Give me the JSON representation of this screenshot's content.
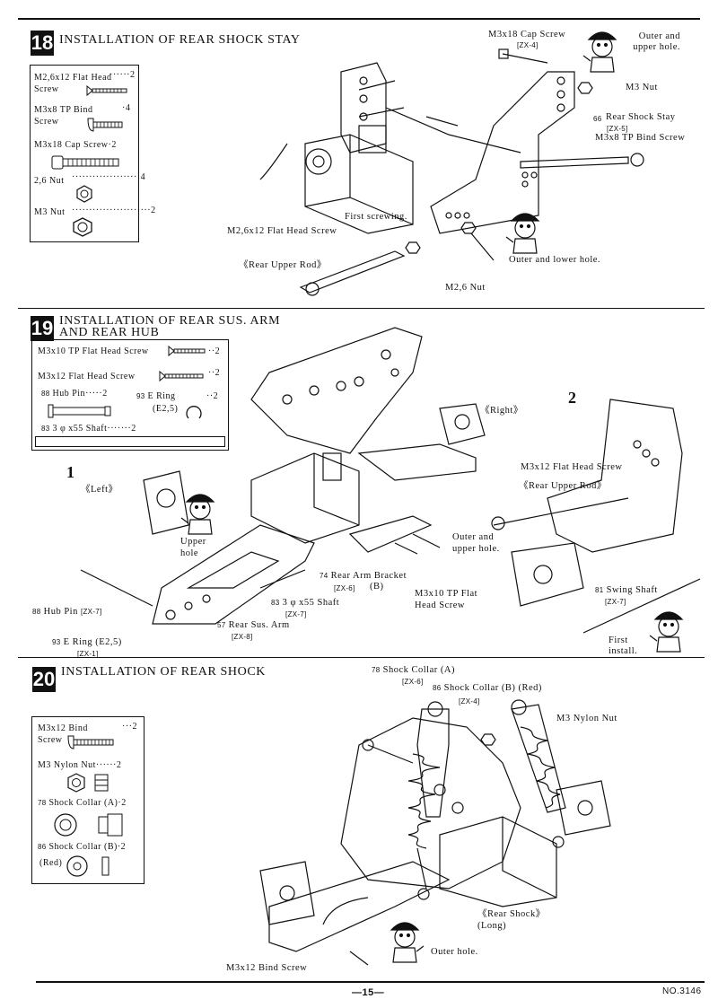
{
  "sections": [
    {
      "number": "18",
      "title": "INSTALLATION OF REAR SHOCK STAY",
      "parts": [
        {
          "name": "M2,6x12 Flat Head Screw",
          "qty": "2"
        },
        {
          "name": "M3x8 TP Bind Screw",
          "qty": "4"
        },
        {
          "name": "M3x18 Cap Screw",
          "qty": "2"
        },
        {
          "name": "2,6 Nut",
          "qty": "4"
        },
        {
          "name": "M3 Nut",
          "qty": "2"
        }
      ],
      "callouts": {
        "cap_screw": "M3x18 Cap Screw",
        "cap_screw_code": "[ZX-4]",
        "outer_upper": "Outer and upper hole.",
        "m3_nut": "M3 Nut",
        "stay_no": "66",
        "shock_stay": "Rear Shock Stay",
        "shock_stay_code": "[ZX-5]",
        "bind_screw": "M3x8 TP Bind Screw",
        "first_screwing": "First screwing.",
        "flat_head": "M2,6x12 Flat Head Screw",
        "upper_rod": "《Rear Upper Rod》",
        "outer_lower": "Outer and lower hole.",
        "m26_nut": "M2,6 Nut"
      }
    },
    {
      "number": "19",
      "title_line1": "INSTALLATION OF REAR SUS. ARM",
      "title_line2": "AND REAR HUB",
      "parts": [
        {
          "name": "M3x10 TP Flat Head Screw",
          "qty": "2"
        },
        {
          "name": "M3x12 Flat Head Screw",
          "qty": "2"
        },
        {
          "name": "Hub Pin",
          "qty": "2",
          "no": "88"
        },
        {
          "name": "E Ring",
          "sub": "(E2,5)",
          "qty": "2",
          "no": "93"
        },
        {
          "name": "3 φ x55 Shaft",
          "qty": "2",
          "no": "83"
        }
      ],
      "callouts": {
        "step1": "1",
        "step2": "2",
        "left": "《Left》",
        "right": "《Right》",
        "upper_hole_1": "Upper",
        "upper_hole_2": "hole",
        "hub_pin_no": "88",
        "hub_pin": "Hub Pin",
        "hub_pin_code": "[ZX-7]",
        "e_ring_no": "93",
        "e_ring": "E Ring (E2,5)",
        "e_ring_code": "[ZX-1]",
        "shaft_no": "83",
        "shaft": "3 φ x55 Shaft",
        "shaft_code": "[ZX-7]",
        "sus_arm_no": "57",
        "sus_arm": "Rear Sus. Arm",
        "sus_arm_code": "[ZX-8]",
        "bracket_no": "74",
        "bracket": "Rear Arm Bracket",
        "bracket_code": "[ZX-6]",
        "bracket_b": "(B)",
        "m3x10": "M3x10 TP Flat",
        "m3x10_2": "Head Screw",
        "m3x12": "M3x12 Flat Head Screw",
        "upper_rod": "《Rear Upper Rod》",
        "outer_and": "Outer and",
        "upper_hole": "upper hole.",
        "swing_no": "81",
        "swing": "Swing Shaft",
        "swing_code": "[ZX-7]",
        "first": "First",
        "install": "install."
      }
    },
    {
      "number": "20",
      "title": "INSTALLATION OF REAR SHOCK",
      "parts": [
        {
          "name": "M3x12 Bind Screw",
          "qty": "2"
        },
        {
          "name": "M3 Nylon Nut",
          "qty": "2"
        },
        {
          "name": "Shock Collar (A)",
          "qty": "2",
          "no": "78"
        },
        {
          "name": "Shock Collar (B)",
          "sub": "(Red)",
          "qty": "2",
          "no": "86"
        }
      ],
      "callouts": {
        "collar_a_no": "78",
        "collar_a": "Shock Collar (A)",
        "collar_a_code": "[ZX-6]",
        "collar_b_no": "86",
        "collar_b": "Shock Collar (B) (Red)",
        "collar_b_code": "[ZX-4]",
        "nylon_nut": "M3 Nylon Nut",
        "rear_shock": "《Rear Shock》",
        "long": "(Long)",
        "outer_hole": "Outer hole.",
        "bind_screw": "M3x12 Bind Screw"
      }
    }
  ],
  "footer": {
    "page": "—15—",
    "doc_no": "NO.3146"
  }
}
